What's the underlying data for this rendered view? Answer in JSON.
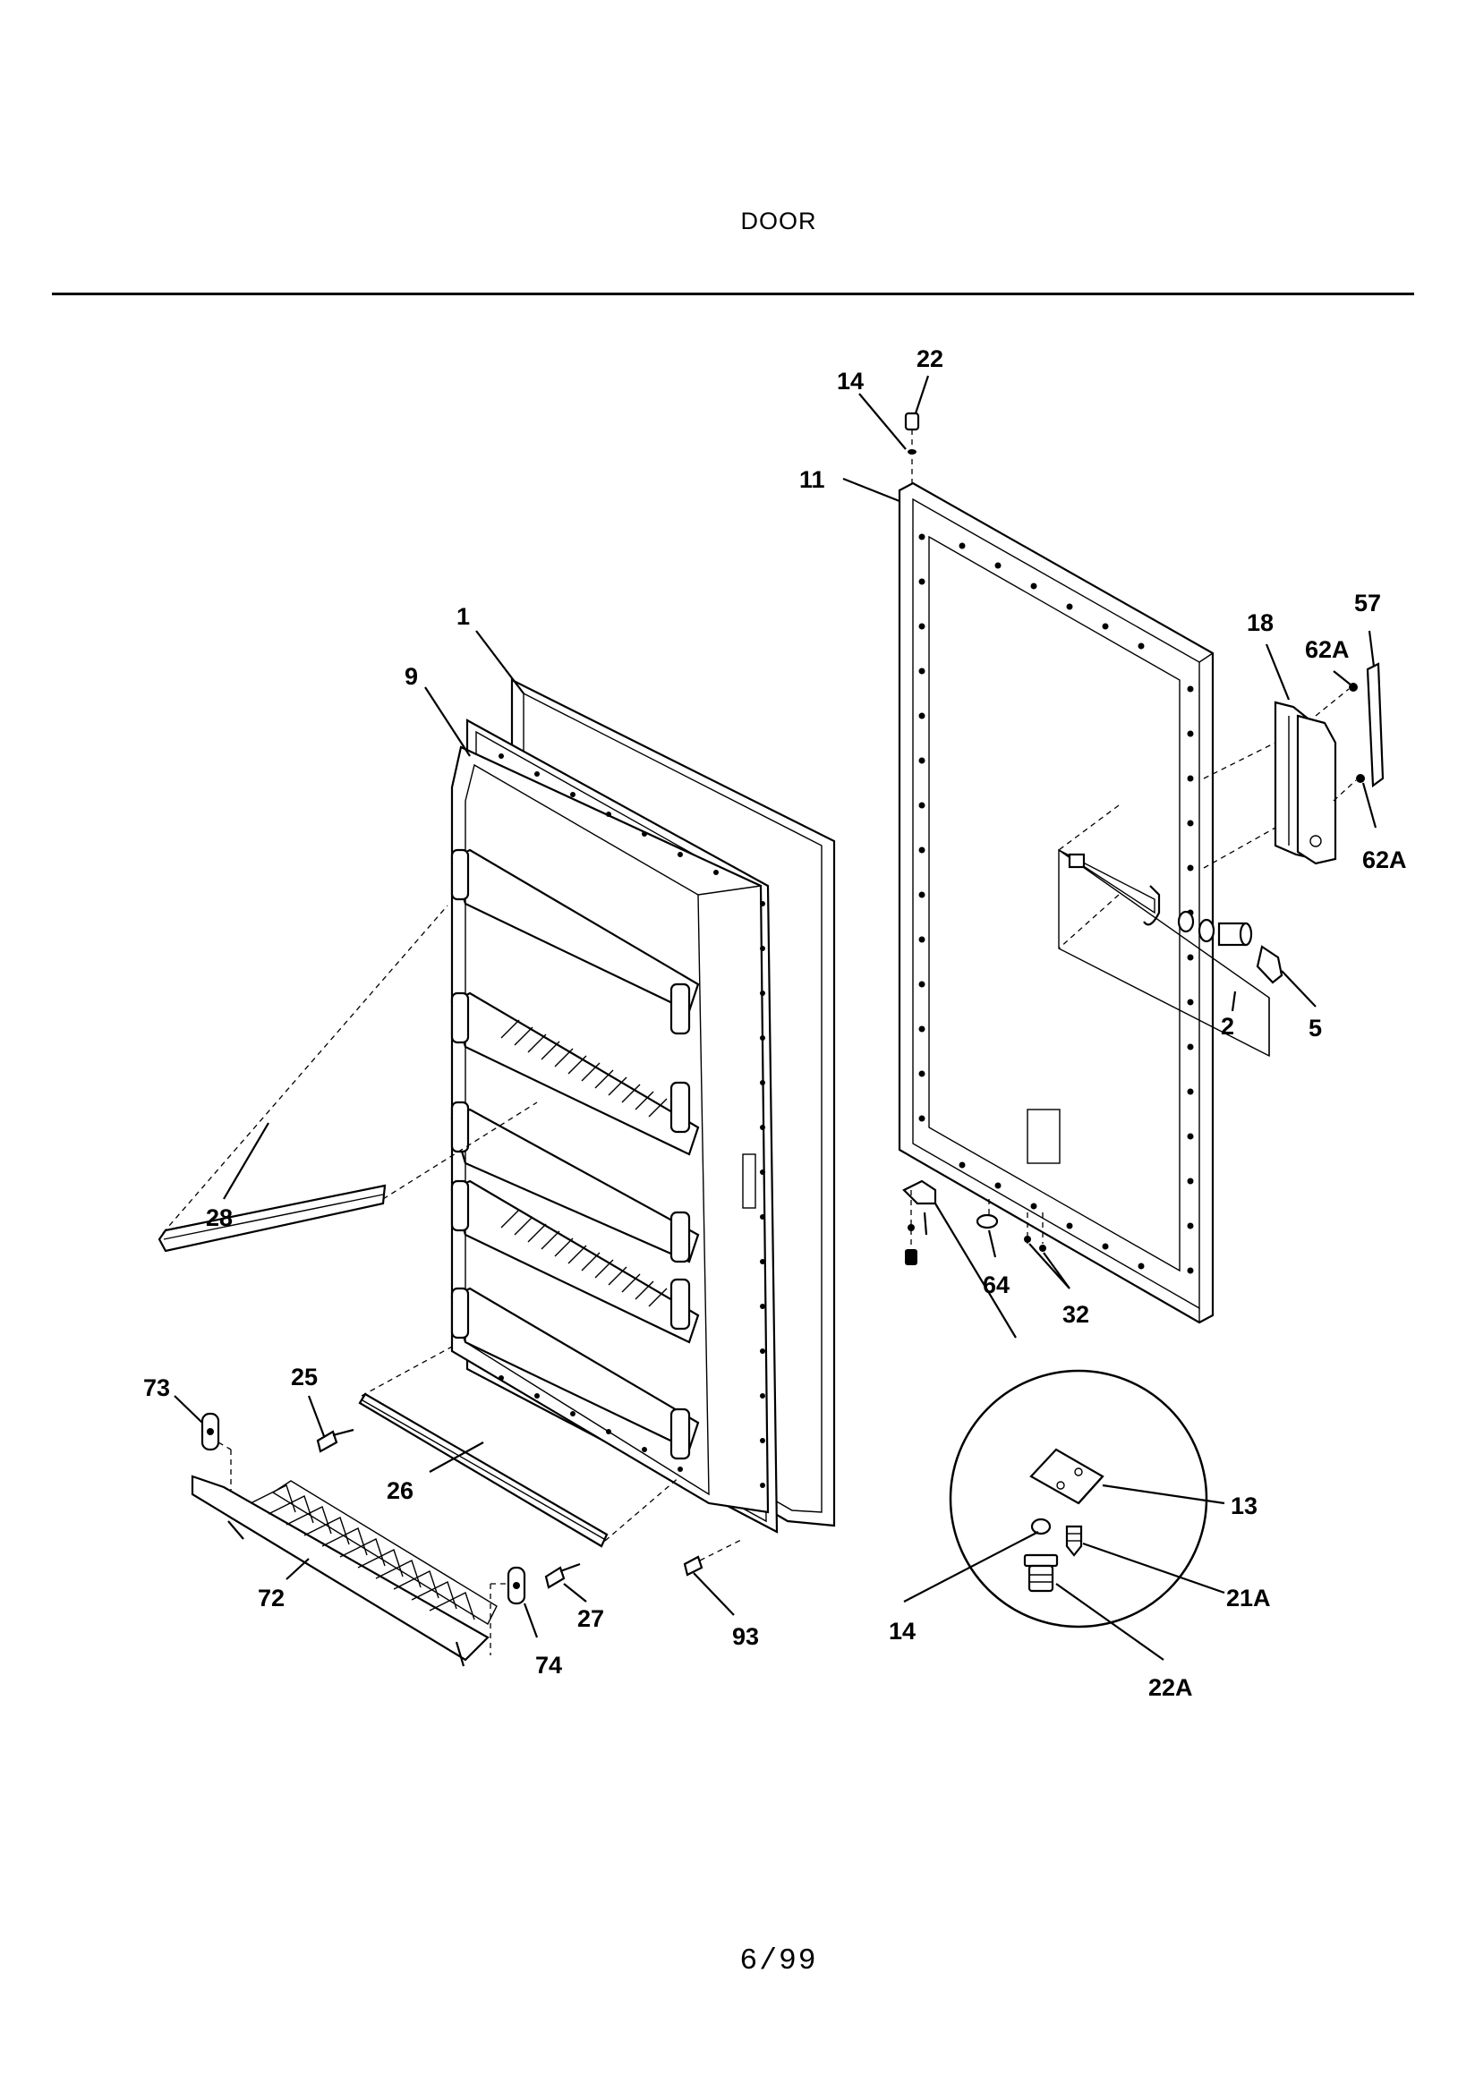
{
  "title": "DOOR",
  "page_number": "6/99",
  "callouts": {
    "c1": "1",
    "c9": "9",
    "c28": "28",
    "c25": "25",
    "c26": "26",
    "c27": "27",
    "c93": "93",
    "c73": "73",
    "c72": "72",
    "c74": "74",
    "c14a": "14",
    "c22": "22",
    "c11": "11",
    "c18": "18",
    "c57": "57",
    "c62a_top": "62A",
    "c62a_bottom": "62A",
    "c5": "5",
    "c2": "2",
    "c64": "64",
    "c32": "32",
    "c13": "13",
    "c14b": "14",
    "c21a": "21A",
    "c22a": "22A"
  }
}
